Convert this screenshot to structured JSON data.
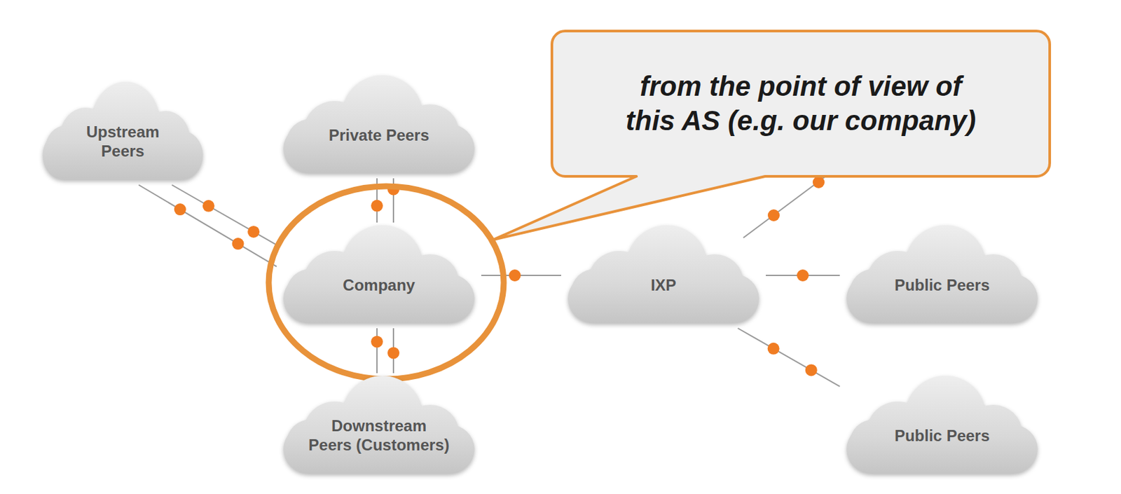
{
  "diagram": {
    "nodes": [
      {
        "text": [
          "Upstream Peers"
        ]
      },
      {
        "text": [
          "Private Peers"
        ]
      },
      {
        "text": [
          "from the point of view of this AS (e.g. our company)"
        ]
      },
      {
        "text": [
          "Company"
        ]
      },
      {
        "text": [
          "IXP"
        ]
      },
      {
        "text": [
          "Public Peers"
        ]
      },
      {
        "text": [
          "Downstream Peers (Customers)"
        ]
      },
      {
        "text": [
          "Public Peers"
        ]
      }
    ],
    "edges": [
      {
        "from": 0,
        "to": 3,
        "arrow": "none"
      },
      {
        "from": 0,
        "to": 3,
        "arrow": "none"
      },
      {
        "from": 1,
        "to": 3,
        "arrow": "none"
      },
      {
        "from": 1,
        "to": 3,
        "arrow": "none"
      },
      {
        "from": 3,
        "to": 4,
        "arrow": "none"
      },
      {
        "from": 4,
        "to": 5,
        "arrow": "none"
      },
      {
        "from": 3,
        "to": 6,
        "arrow": "none"
      },
      {
        "from": 3,
        "to": 6,
        "arrow": "none"
      },
      {
        "from": 4,
        "to": 7,
        "arrow": "none"
      }
    ]
  }
}
